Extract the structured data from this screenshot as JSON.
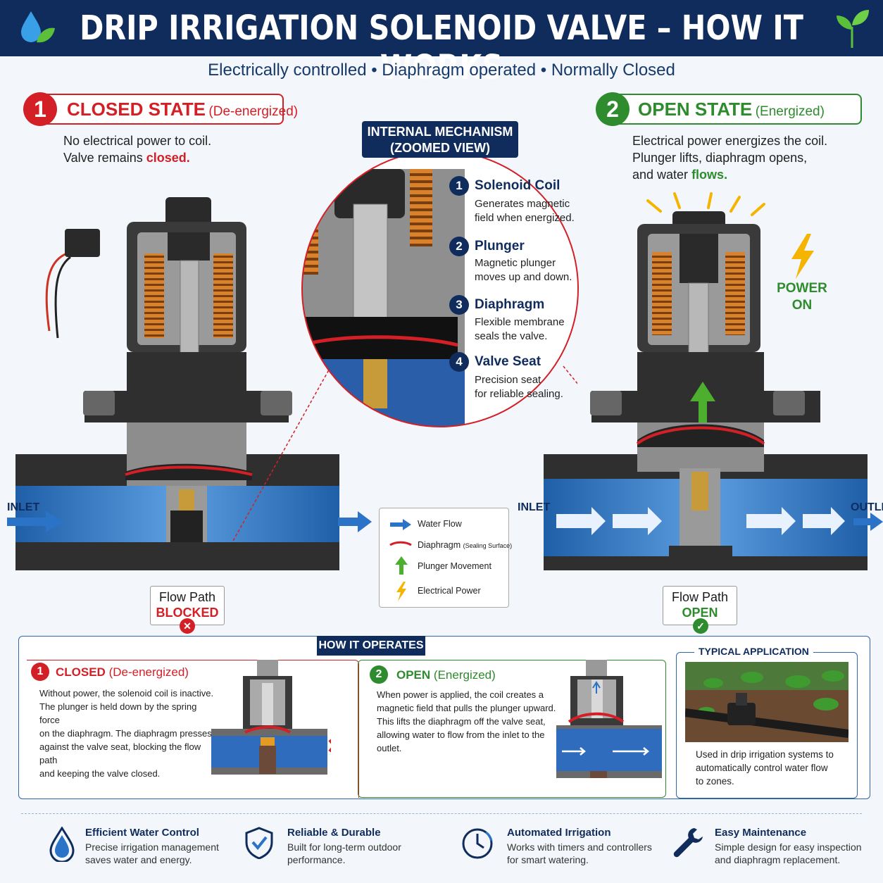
{
  "header": {
    "title": "DRIP IRRIGATION SOLENOID VALVE – HOW IT WORKS",
    "left_icon": "water-drop-leaf-icon",
    "right_icon": "sprout-icon"
  },
  "subtitle": "Electrically controlled • Diaphragm operated • Normally Closed",
  "closed_state": {
    "number": "1",
    "title": "CLOSED STATE",
    "qualifier": "(De-energized)",
    "desc_line1": "No electrical power to coil.",
    "desc_line2_prefix": "Valve remains ",
    "desc_line2_highlight": "closed.",
    "inlet_label": "INLET",
    "flow_label": "Flow Path",
    "flow_status": "BLOCKED"
  },
  "open_state": {
    "number": "2",
    "title": "OPEN STATE",
    "qualifier": "(Energized)",
    "desc_line1": "Electrical power energizes the coil.",
    "desc_line2": "Plunger lifts, diaphragm opens,",
    "desc_line3_prefix": "and water ",
    "desc_line3_highlight": "flows.",
    "inlet_label": "INLET",
    "outlet_label": "OUTLET",
    "power_label_1": "POWER",
    "power_label_2": "ON",
    "flow_label": "Flow Path",
    "flow_status": "OPEN"
  },
  "zoom": {
    "label_line1": "INTERNAL MECHANISM",
    "label_line2": "(ZOOMED VIEW)",
    "components": [
      {
        "num": "1",
        "title": "Solenoid Coil",
        "desc1": "Generates magnetic",
        "desc2": "field when energized."
      },
      {
        "num": "2",
        "title": "Plunger",
        "desc1": "Magnetic plunger",
        "desc2": "moves up and down."
      },
      {
        "num": "3",
        "title": "Diaphragm",
        "desc1": "Flexible membrane",
        "desc2": "seals the valve."
      },
      {
        "num": "4",
        "title": "Valve Seat",
        "desc1": "Precision seat",
        "desc2": "for reliable sealing."
      }
    ]
  },
  "legend": {
    "water_flow": "Water Flow",
    "diaphragm": "Diaphragm",
    "diaphragm_note": "(Sealing Surface)",
    "plunger": "Plunger Movement",
    "power": "Electrical Power"
  },
  "operates": {
    "label": "HOW IT OPERATES",
    "closed": {
      "num": "1",
      "title": "CLOSED",
      "qualifier": "(De-energized)",
      "lines": [
        "Without power, the solenoid coil is inactive.",
        "The plunger is held down by the spring force",
        "on the diaphragm. The diaphragm presses",
        "against the valve seat, blocking the flow path",
        "and keeping the valve closed."
      ]
    },
    "open": {
      "num": "2",
      "title": "OPEN",
      "qualifier": "(Energized)",
      "lines": [
        "When power is applied, the coil creates a",
        "magnetic field that pulls the plunger upward.",
        "This lifts the diaphragm off the valve seat,",
        "allowing water to flow from the inlet to the",
        "outlet."
      ]
    },
    "application": {
      "title": "TYPICAL APPLICATION",
      "lines": [
        "Used in drip irrigation systems to",
        "automatically control water flow",
        "to zones."
      ]
    }
  },
  "footer": [
    {
      "icon": "water-drop-icon",
      "title": "Efficient Water Control",
      "desc1": "Precise irrigation management",
      "desc2": "saves water and energy."
    },
    {
      "icon": "shield-check-icon",
      "title": "Reliable & Durable",
      "desc1": "Built for long-term outdoor",
      "desc2": "performance."
    },
    {
      "icon": "clock-icon",
      "title": "Automated Irrigation",
      "desc1": "Works with timers and controllers",
      "desc2": "for smart watering."
    },
    {
      "icon": "wrench-icon",
      "title": "Easy Maintenance",
      "desc1": "Simple design for easy inspection",
      "desc2": "and diaphragm replacement."
    }
  ],
  "colors": {
    "navy": "#0f2c5c",
    "closed_red": "#d32027",
    "open_green": "#2e8b2e",
    "water_blue": "#2a73c7",
    "coil_copper": "#c66a1c",
    "power_yellow": "#f4b400"
  }
}
